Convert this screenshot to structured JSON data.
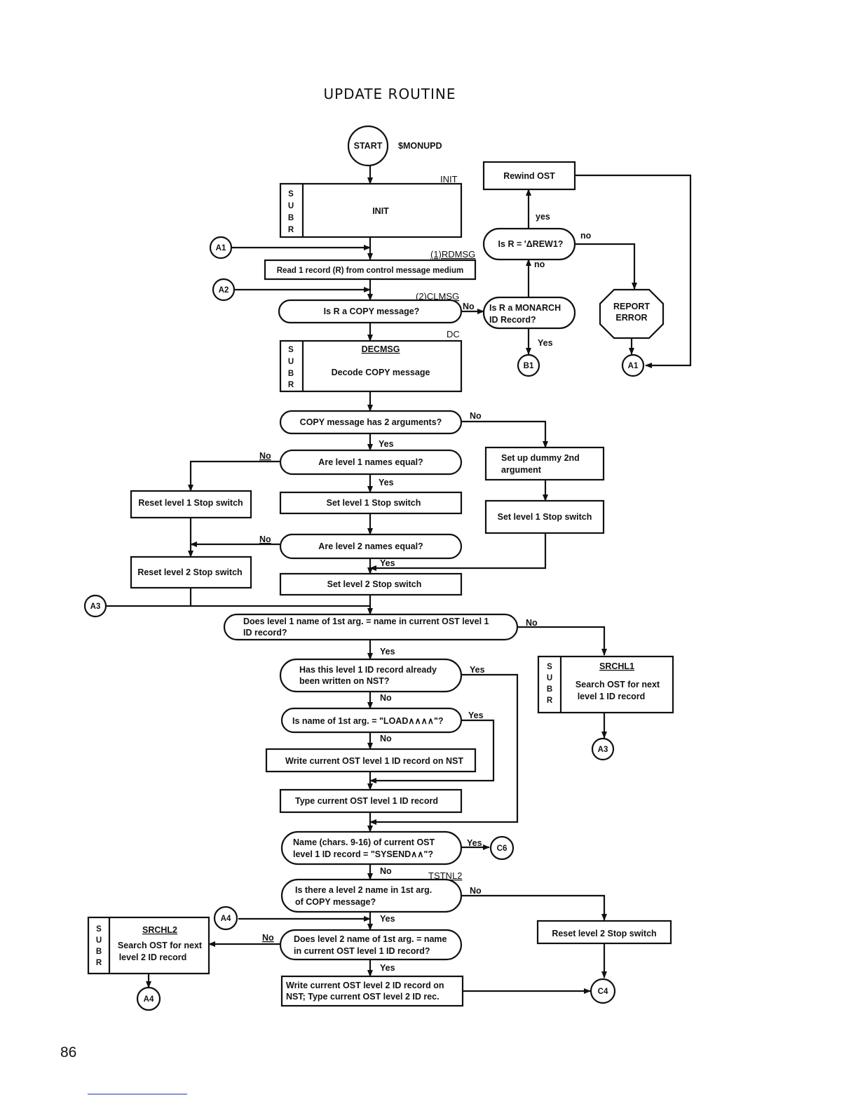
{
  "title": "UPDATE ROUTINE",
  "page_number": "86",
  "start": {
    "label": "START",
    "entry": "$MONUPD"
  },
  "subr_letters": [
    "S",
    "U",
    "B",
    "R"
  ],
  "labels": {
    "init_tag": "INIT",
    "rdmsg_tag": "(1)RDMSG",
    "clmsg_tag": "(2)CLMSG",
    "dc_tag": "DC",
    "tstnl2_tag": "TSTNL2"
  },
  "boxes": {
    "init": "INIT",
    "read_record": "Read 1 record (R) from control message medium",
    "decmsg_title": "DECMSG",
    "decmsg_body": "Decode COPY message",
    "rewind_ost": "Rewind OST",
    "report_error_1": "REPORT",
    "report_error_2": "ERROR",
    "set_dummy_1": "Set up dummy 2nd",
    "set_dummy_2": "argument",
    "set_l1_stop_right": "Set level 1 Stop switch",
    "reset_l1_stop": "Reset level 1 Stop switch",
    "set_l1_stop": "Set level 1 Stop switch",
    "reset_l2_stop": "Reset level 2 Stop switch",
    "set_l2_stop": "Set level 2 Stop switch",
    "srchl1_title": "SRCHL1",
    "srchl1_body_1": "Search OST for next",
    "srchl1_body_2": "level 1 ID record",
    "write_l1": "Write current OST level 1 ID record on NST",
    "type_l1": "Type current OST level 1 ID record",
    "srchl2_title": "SRCHL2",
    "srchl2_body_1": "Search OST for next",
    "srchl2_body_2": "level 2 ID record",
    "reset_l2_stop_right": "Reset level 2 Stop switch",
    "write_l2_1": "Write current OST level 2 ID record on",
    "write_l2_2": "NST; Type current OST level 2 ID rec."
  },
  "decisions": {
    "is_copy": "Is R a COPY message?",
    "is_rewind": "Is R = 'ΔREW1?",
    "is_monarch_1": "Is R a MONARCH",
    "is_monarch_2": "ID Record?",
    "two_args": "COPY message has 2 arguments?",
    "l1_equal": "Are level 1 names equal?",
    "l2_equal": "Are level 2 names equal?",
    "l1_name_match_1": "Does level 1 name of 1st arg. = name in current OST level 1",
    "l1_name_match_2": "ID record?",
    "already_written_1": "Has this level 1 ID record already",
    "already_written_2": "been written on NST?",
    "is_load": "Is name of 1st arg. = \"LOAD∧∧∧∧\"?",
    "sysend_1": "Name (chars. 9-16) of current OST",
    "sysend_2": "level 1 ID record = \"SYSEND∧∧\"?",
    "has_l2_1": "Is there a level 2 name in 1st arg.",
    "has_l2_2": "of COPY message?",
    "l2_name_match_1": "Does level 2 name of 1st arg. = name",
    "l2_name_match_2": "in current OST level 1 ID record?"
  },
  "connectors": {
    "a1": "A1",
    "a2": "A2",
    "a3": "A3",
    "a4": "A4",
    "b1": "B1",
    "c4": "C4",
    "c6": "C6"
  },
  "branch": {
    "yes": "Yes",
    "no": "No",
    "yes_lc": "yes",
    "no_lc": "no"
  }
}
